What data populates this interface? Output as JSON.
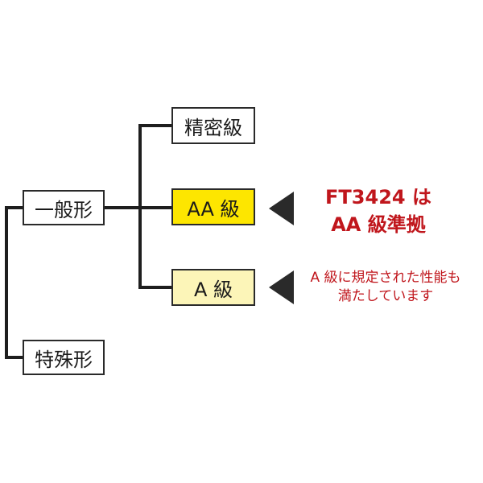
{
  "tree": {
    "root_main": "一般形",
    "root_special": "特殊形",
    "grade_precision": "精密級",
    "grade_aa": "AA 級",
    "grade_a": "A 級"
  },
  "notes": {
    "aa_line1": "FT3424 は",
    "aa_line2": "AA 級準拠",
    "a_line1": "A 級に規定された性能も",
    "a_line2": "満たしています"
  },
  "colors": {
    "highlight": "#fde600",
    "pale_highlight": "#fcf5b8",
    "note_text": "#c0161c",
    "lines": "#1e1e1e"
  }
}
